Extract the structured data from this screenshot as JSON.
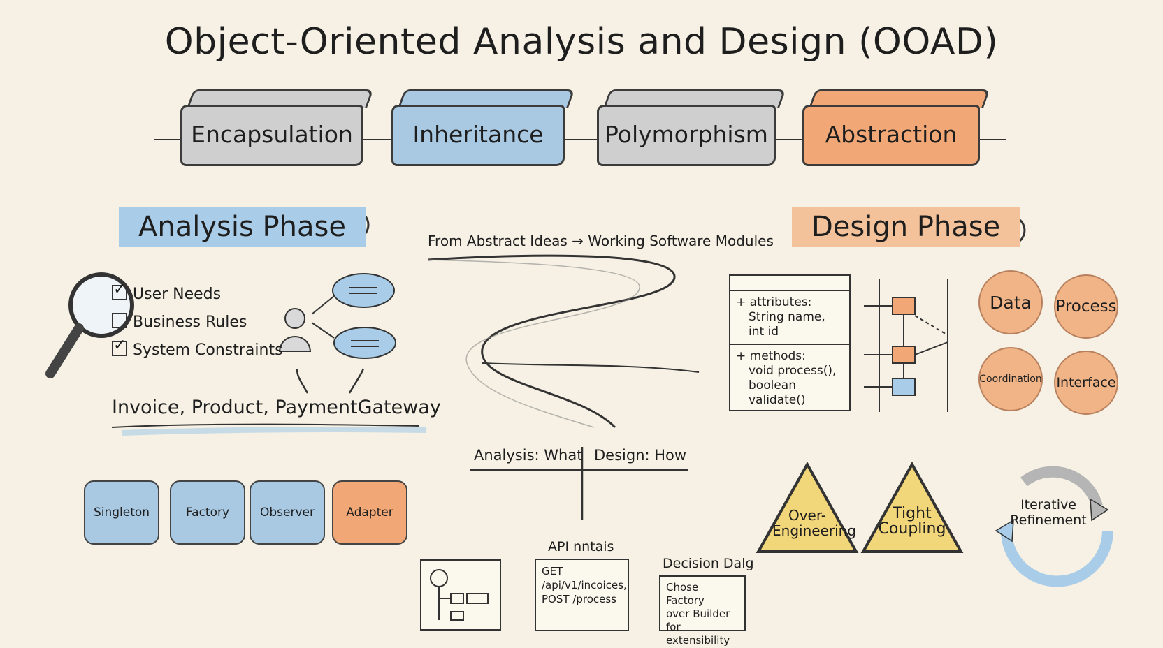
{
  "title": "Object-Oriented Analysis and Design (OOAD)",
  "pillars": [
    {
      "label": "Encapsulation",
      "color": "#cfcfcf"
    },
    {
      "label": "Inheritance",
      "color": "#a9c9e3"
    },
    {
      "label": "Polymorphism",
      "color": "#cfcfcf"
    },
    {
      "label": "Abstraction",
      "color": "#f1a876"
    }
  ],
  "analysis": {
    "heading": "Analysis Phase",
    "accent": "#a9cde8",
    "checklist": [
      {
        "label": "User Needs",
        "checked": true
      },
      {
        "label": "Business Rules",
        "checked": false
      },
      {
        "label": "System Constraints",
        "checked": true
      }
    ],
    "entities": "Invoice, Product, PaymentGateway"
  },
  "path_caption": "From Abstract Ideas → Working Software Modules",
  "split": {
    "left": "Analysis: What",
    "right": "Design: How"
  },
  "design": {
    "heading": "Design Phase",
    "accent": "#f4c29a",
    "class_box": {
      "attributes_label": "+ attributes:",
      "attributes": [
        "String name,",
        "int id"
      ],
      "methods_label": "+ methods:",
      "methods": [
        "void process(),",
        "boolean validate()"
      ]
    },
    "concerns": [
      "Data",
      "Process",
      "Coordination",
      "Interface"
    ]
  },
  "patterns": [
    {
      "label": "Singleton",
      "color": "#a9c9e3"
    },
    {
      "label": "Factory",
      "color": "#a9c9e3"
    },
    {
      "label": "Observer",
      "color": "#a9c9e3"
    },
    {
      "label": "Adapter",
      "color": "#f1a876"
    }
  ],
  "artifacts": {
    "api_title": "API nntais",
    "api_lines": [
      "GET /api/v1/incoices,",
      "POST /process"
    ],
    "decision_title": "Decision Dalg",
    "decision_text": [
      "Chose Factory",
      "over Builder for",
      "extensibility"
    ]
  },
  "risks": [
    {
      "label_lines": [
        "Over-",
        "Engineering"
      ]
    },
    {
      "label_lines": [
        "Tight",
        "Coupling"
      ]
    }
  ],
  "cycle_label": [
    "Iterative",
    "Refinement"
  ]
}
